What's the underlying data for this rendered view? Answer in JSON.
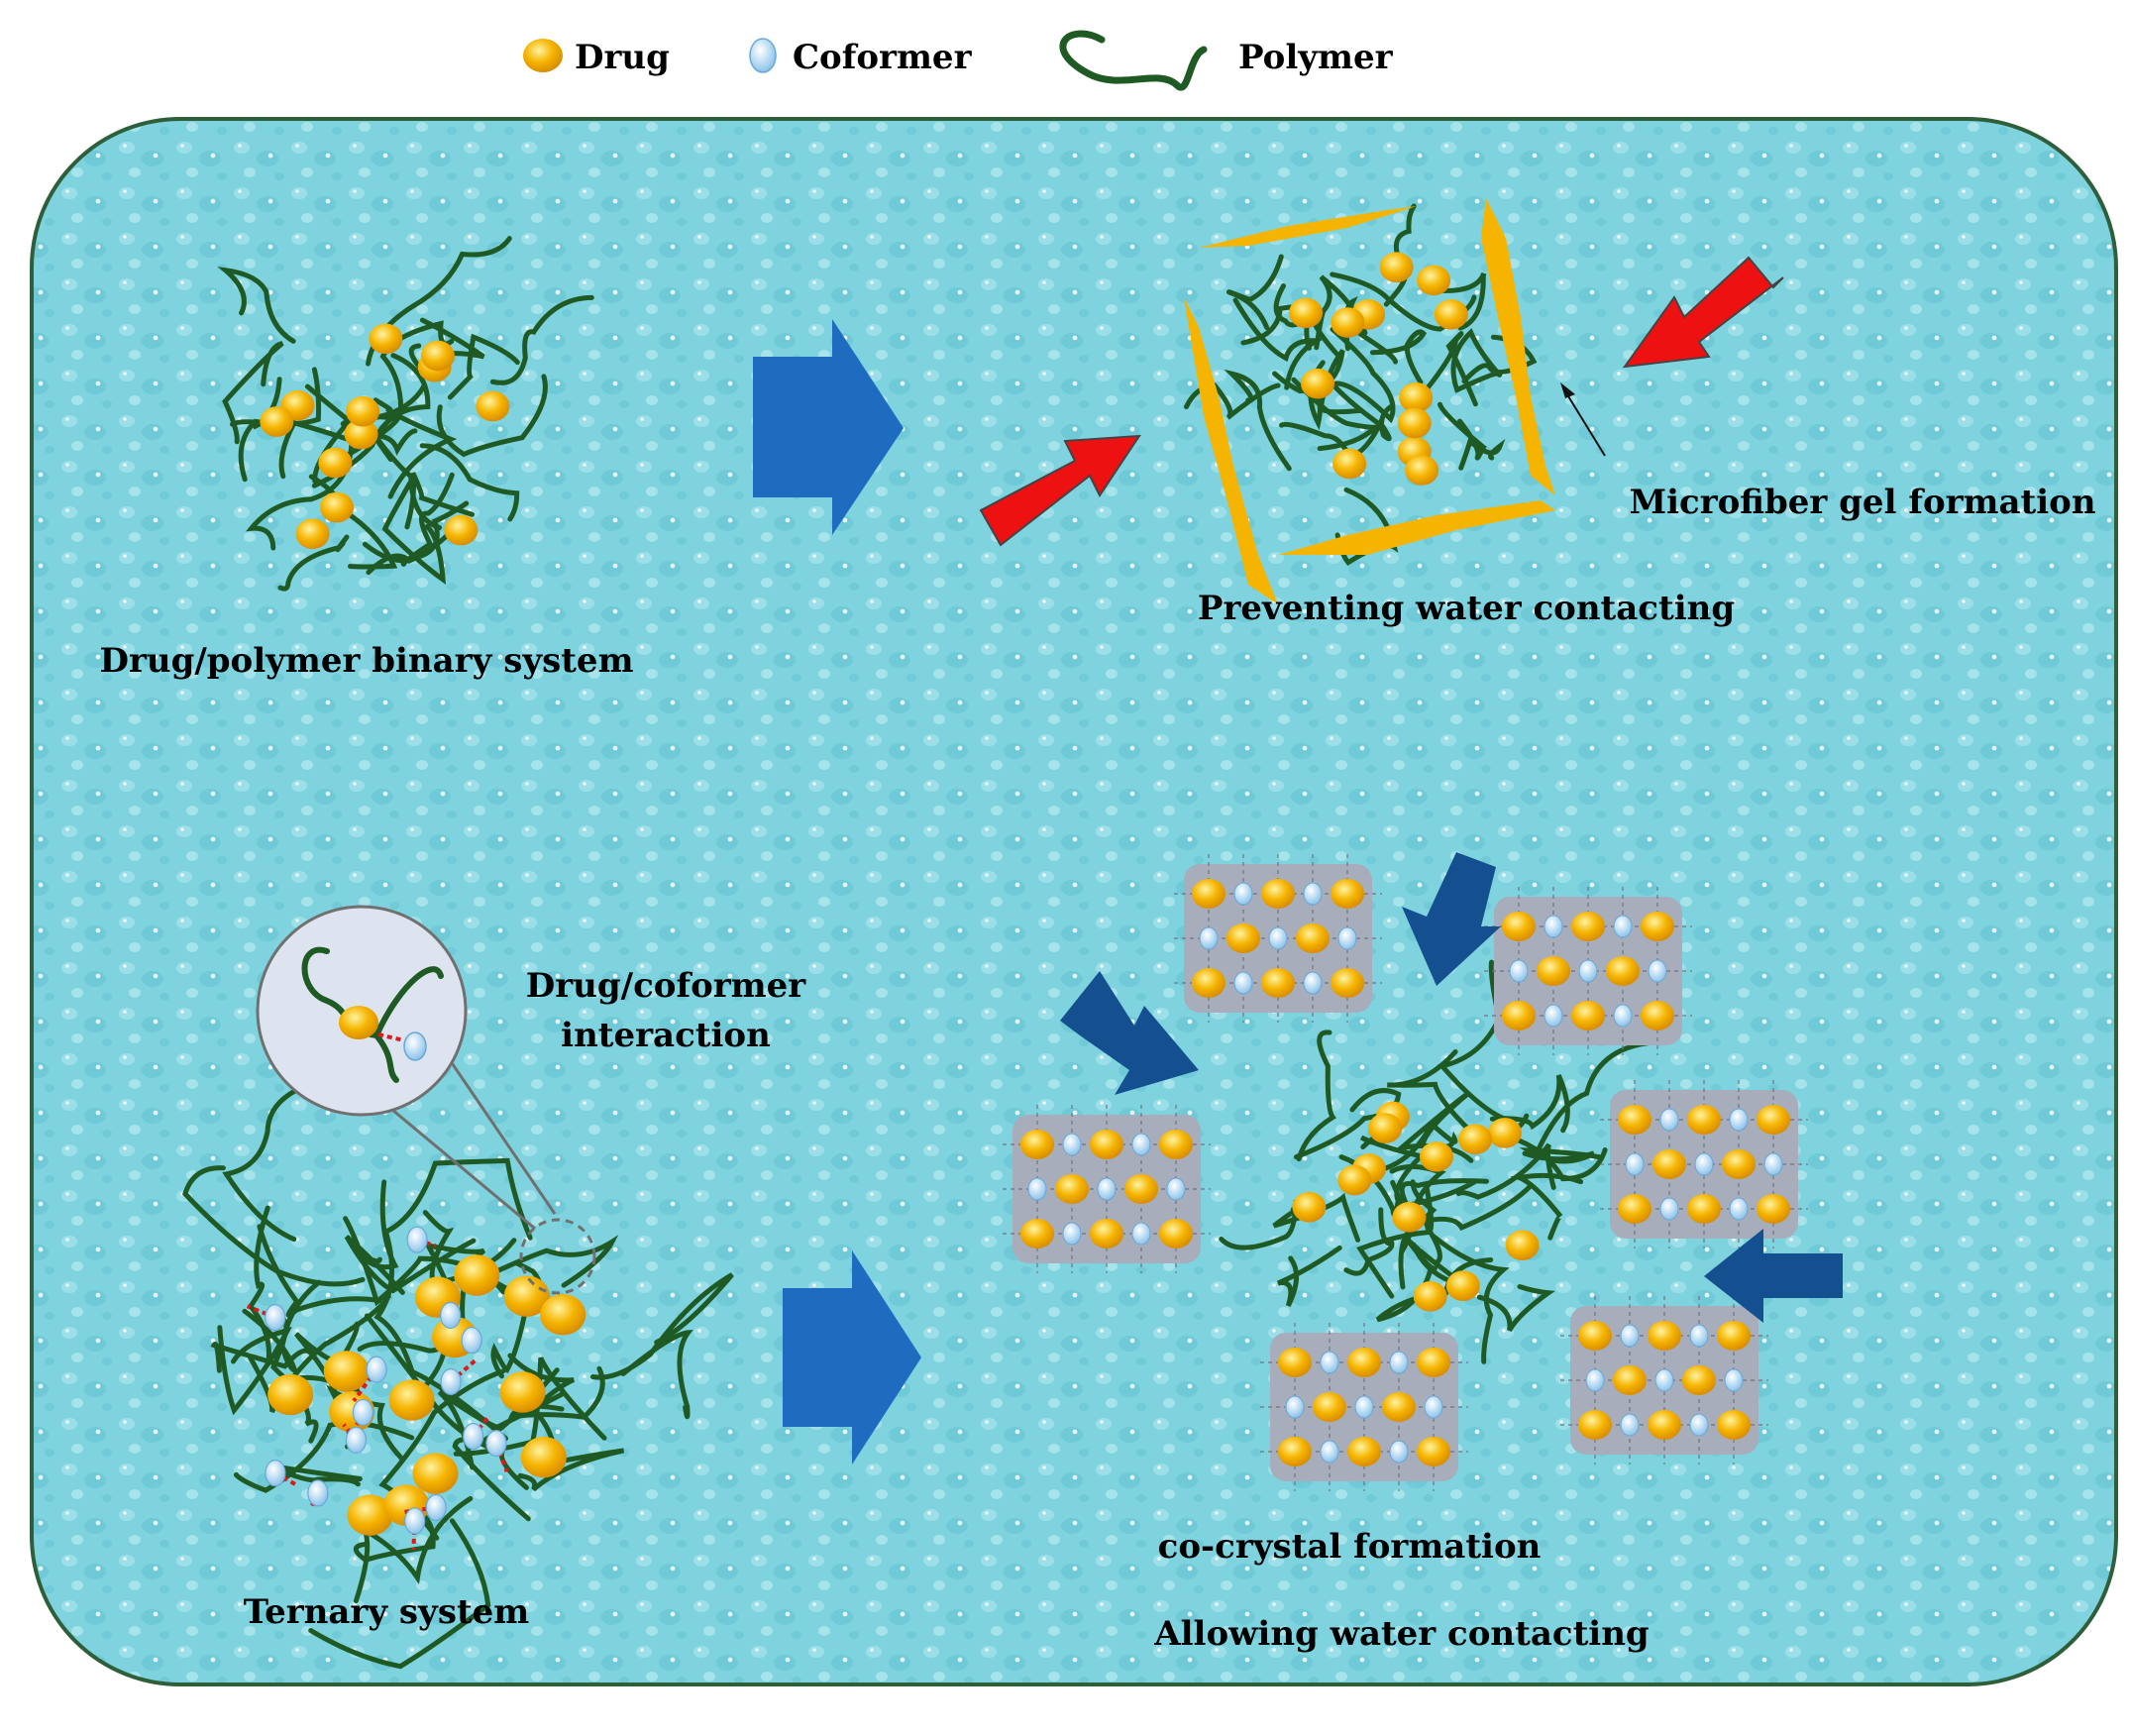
{
  "legend": {
    "drug_label": "Drug",
    "coformer_label": "Coformer",
    "polymer_label": "Polymer"
  },
  "colors": {
    "water": "#7fd3df",
    "water_dark": "#4fb3c6",
    "panel_border": "#2e5e3a",
    "drug": "#f5b400",
    "drug_highlight": "#ffe066",
    "coformer": "#a9d3f0",
    "polymer": "#1f5a24",
    "blue_arrow": "#1e6bbf",
    "navy_arrow": "#14508f",
    "red_arrow": "#ee1111",
    "gel_shard": "#f5b400",
    "crystal_block": "#a7adbb",
    "bond": "#e01818"
  },
  "labels": {
    "binary_system": "Drug/polymer binary system",
    "preventing_water": "Preventing water contacting",
    "microfiber_gel": "Microfiber gel formation",
    "drug_coformer_line1": "Drug/coformer",
    "drug_coformer_line2": "interaction",
    "ternary_system": "Ternary system",
    "cocrystal_formation": "co-crystal formation",
    "allowing_water": "Allowing water contacting"
  }
}
